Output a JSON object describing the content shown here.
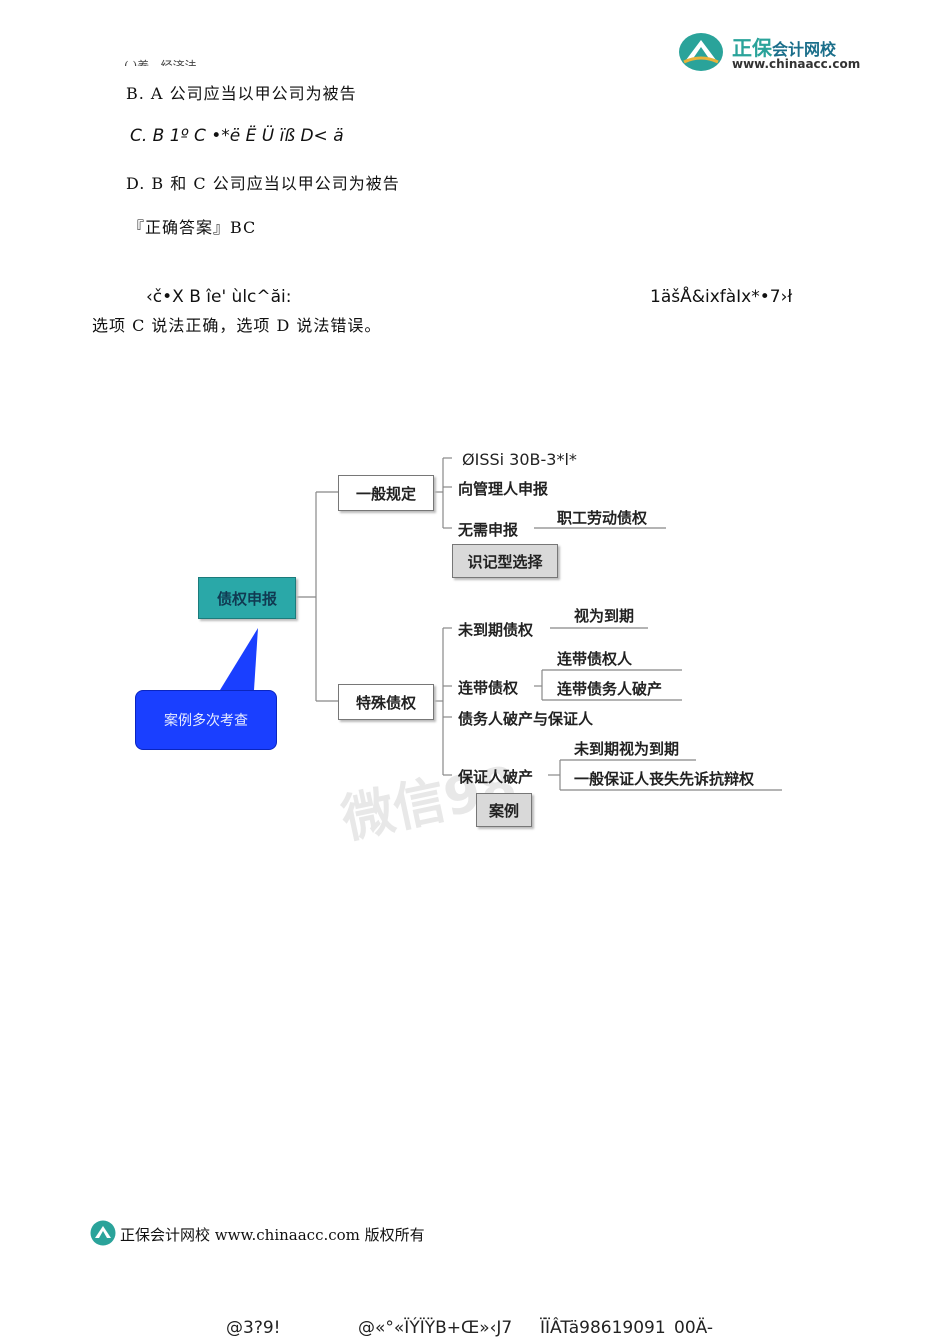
{
  "header": {
    "logo_cn_main": "正保",
    "logo_cn_sub": "会计网校",
    "logo_url": "www.chinaacc.com",
    "top_fragment": "( )养 ,  经济法"
  },
  "options": {
    "b": "B. A 公司应当以甲公司为被告",
    "c_garbled": "C. B 1º C  •*ë Ë Ü ïß D< ä",
    "d": "D. B 和 C 公司应当以甲公司为被告",
    "answer": "『正确答案』BC"
  },
  "explanation": {
    "garbled_left": "‹č•X B îe' ùlc^ăi:",
    "garbled_right": "1äšÅ&ixfàIx*•7›ł",
    "text": "选项 C 说法正确，选项 D 说法错误。"
  },
  "mindmap": {
    "root": "债权申报",
    "callout": "案例多次考查",
    "general": {
      "label": "一般规定",
      "garbled": "ØISSi      30B-3*l*",
      "item1": "向管理人申报",
      "item2": "无需申报",
      "item2_child": "职工劳动债权",
      "tag": "识记型选择"
    },
    "special": {
      "label": "特殊债权",
      "item1": "未到期债权",
      "item1_child": "视为到期",
      "item2": "连带债权",
      "item2_child1": "连带债权人",
      "item2_child2": "连带债务人破产",
      "item3": "债务人破产与保证人",
      "item4": "保证人破产",
      "item4_child1": "未到期视为到期",
      "item4_child2": "一般保证人丧失先诉抗辩权",
      "tag": "案例"
    },
    "watermark": "微信98"
  },
  "footer": {
    "text": "正保会计网校 www.chinaacc.com 版权所有"
  },
  "bottom_garbled": {
    "a": "@3?9!",
    "b": "@«°«ÏÝÏŸB+Œ»‹J7",
    "c": "ÏÏÂTä98619091",
    "d": "00Ä-"
  },
  "colors": {
    "teal": "#2aa8a8",
    "callout_blue": "#1a3fff",
    "logo_teal": "#2aa39a"
  }
}
